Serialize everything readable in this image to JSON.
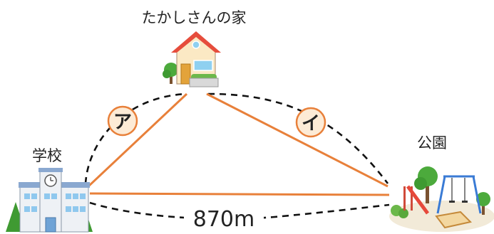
{
  "places": {
    "home": "たかしさんの家",
    "school": "学校",
    "park": "公園"
  },
  "routes": {
    "a_mark": "ア",
    "i_mark": "イ"
  },
  "distance": "870m",
  "colors": {
    "route_line": "#e8803a",
    "dashed_arc": "#111111",
    "marker_fill": "#fdebd6",
    "marker_stroke": "#e8803a"
  },
  "icons": [
    "house-icon",
    "school-building-icon",
    "park-playground-icon"
  ]
}
